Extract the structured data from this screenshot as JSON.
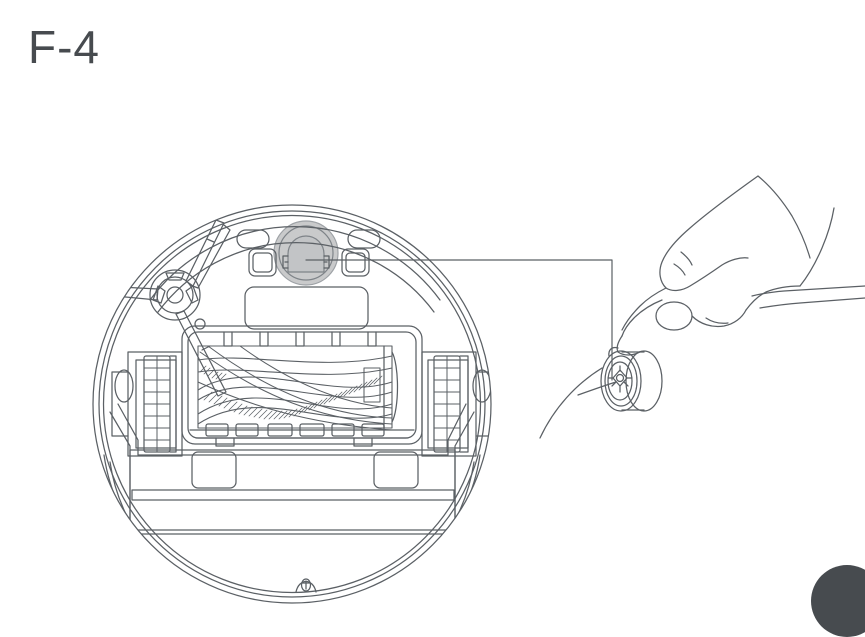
{
  "page": {
    "step_label": "F-4",
    "background_color": "#ffffff",
    "line_color": "#5b6065",
    "label_color": "#474b4f",
    "badge_color": "#474b4f",
    "caster_socket_fill": "#c9cacb"
  },
  "illustration": {
    "title": "robot-vacuum-underside-caster-wheel-removal",
    "description": "Line drawing of a robot vacuum cleaner viewed from underneath, with a leader line pointing from the front caster wheel socket to a hand holding the removed caster wheel.",
    "parts": [
      {
        "name": "robot-body",
        "label": "Robot vacuum body (underside)"
      },
      {
        "name": "caster-wheel-socket",
        "label": "Front caster wheel socket"
      },
      {
        "name": "side-brush",
        "label": "Side brush"
      },
      {
        "name": "main-roller-brush",
        "label": "Main roller brush"
      },
      {
        "name": "left-drive-wheel",
        "label": "Left drive wheel"
      },
      {
        "name": "right-drive-wheel",
        "label": "Right drive wheel"
      },
      {
        "name": "dustbin-latch",
        "label": "Dustbin latch"
      },
      {
        "name": "hand",
        "label": "Hand"
      },
      {
        "name": "caster-wheel",
        "label": "Removed caster wheel"
      },
      {
        "name": "leader-line",
        "label": "Callout leader line"
      }
    ]
  }
}
